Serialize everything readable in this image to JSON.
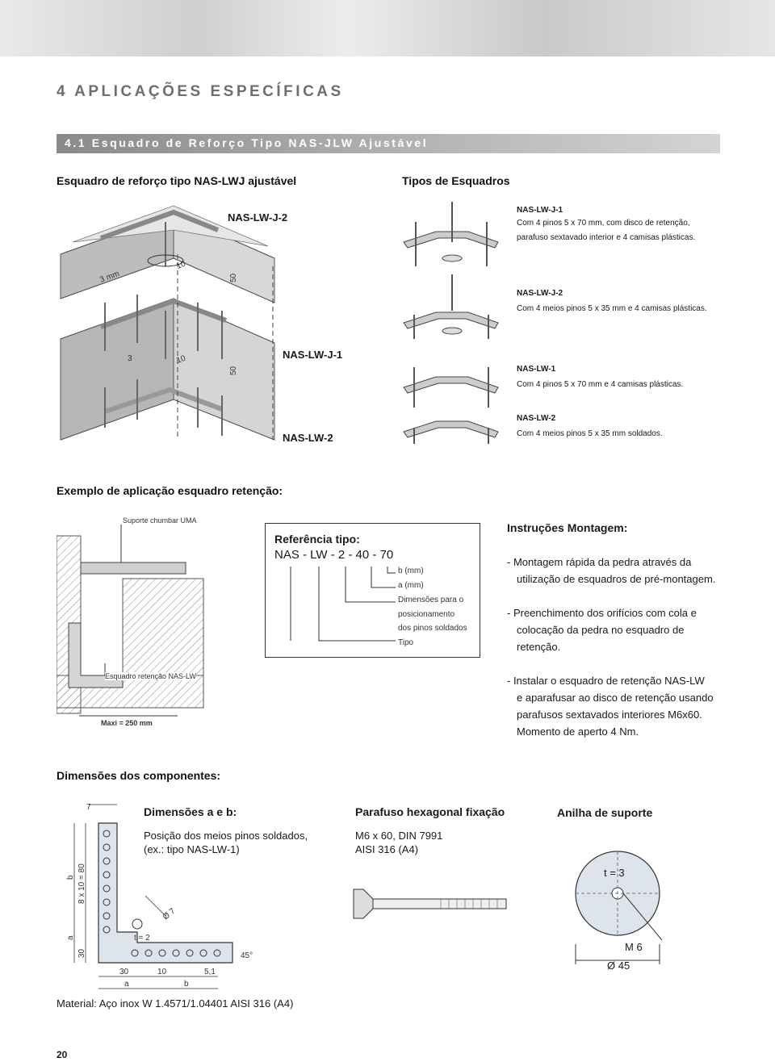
{
  "header": {
    "chapter_title": "4 APLICAÇÕES ESPECÍFICAS",
    "section_title": "4.1 Esquadro de Reforço Tipo NAS-JLW Ajustável"
  },
  "left_panel": {
    "heading": "Esquadro de reforço tipo NAS-LWJ ajustável",
    "label_top": "NAS-LW-J-2",
    "label_mid": "NAS-LW-J-1",
    "label_bottom": "NAS-LW-2",
    "dim_3mm": "3 mm",
    "dim_3": "3",
    "dim_10": "10",
    "dim_50": "50"
  },
  "types": {
    "heading": "Tipos de Esquadros",
    "items": [
      {
        "name": "NAS-LW-J-1",
        "desc_1": "Com 4 pinos 5 x 70 mm, com disco de retenção,",
        "desc_2": "parafuso sextavado interior e 4 camisas plásticas."
      },
      {
        "name": "NAS-LW-J-2",
        "desc_1": "Com 4 meios pinos 5 x 35 mm e 4 camisas plásticas.",
        "desc_2": ""
      },
      {
        "name": "NAS-LW-1",
        "desc_1": "Com 4 pinos 5 x 70 mm e 4 camisas plásticas.",
        "desc_2": ""
      },
      {
        "name": "NAS-LW-2",
        "desc_1": "Com 4 meios pinos 5 x 35 mm soldados.",
        "desc_2": ""
      }
    ]
  },
  "example": {
    "heading": "Exemplo de aplicação esquadro retenção:",
    "label_support": "Suporte chumbar UMA",
    "label_bracket": "Esquadro retenção NAS-LW",
    "label_maxi": "Maxi = 250 mm",
    "ref_title": "Referência tipo:",
    "ref_code": "NAS - LW - 2 - 40 - 70",
    "ref_items": [
      "b (mm)",
      "a (mm)",
      "Dimensões para o",
      "posicionamento",
      "dos pinos soldados",
      "Tipo"
    ]
  },
  "instructions": {
    "heading": "Instruções Montagem:",
    "lines": [
      "- Montagem rápida da pedra através da",
      "utilização de esquadros de pré-montagem.",
      "- Preenchimento dos orifícios com cola e",
      "colocação da pedra no esquadro de",
      "retenção.",
      "- Instalar o esquadro de retenção NAS-LW",
      "e aparafusar ao disco de retenção usando",
      "parafusos sextavados interiores M6x60.",
      "Momento de aperto 4 Nm."
    ]
  },
  "components": {
    "heading": "Dimensões dos componentes:",
    "dim_title": "Dimensões a e b:",
    "dim_text_1": "Posição dos meios pinos soldados,",
    "dim_text_2": "(ex.: tipo NAS-LW-1)",
    "screw_title": "Parafuso hexagonal fixação",
    "screw_text_1": "M6 x 60, DIN 7991",
    "screw_text_2": "AISI 316 (A4)",
    "washer_title": "Anilha de suporte",
    "washer_t": "t = 3",
    "washer_m": "M 6",
    "washer_d": "Ø 45",
    "drawing": {
      "d7": "7",
      "d_b": "b",
      "d_8x10": "8 x 10 = 80",
      "d_a": "a",
      "d_30": "30",
      "d_phi7": "Ø 7",
      "d_t2": "t = 2",
      "d_45": "45°",
      "d_30b": "30",
      "d_10": "10",
      "d_51": "5,1",
      "d_a2": "a",
      "d_b2": "b"
    }
  },
  "material": "Material: Aço inox W 1.4571/1.04401 AISI 316 (A4)",
  "page_number": "20"
}
